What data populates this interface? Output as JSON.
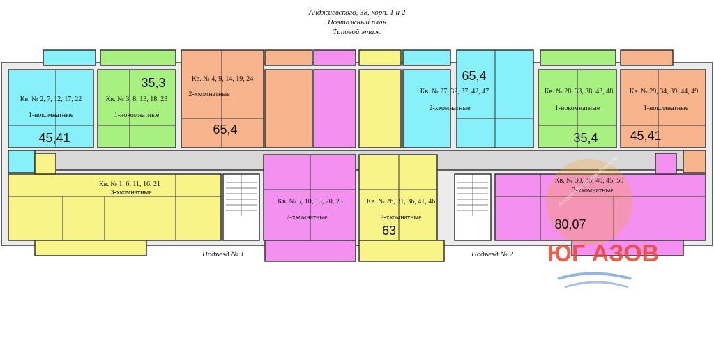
{
  "header": {
    "address": "Анджиевского, 38, корп. 1 и 2",
    "plan_type": "Поэтажный план",
    "floor": "Типовой этаж"
  },
  "colors": {
    "cyan": "#88f0f8",
    "green": "#a8f080",
    "orange": "#f8b48c",
    "yellow": "#f8f488",
    "magenta": "#f490f0",
    "corridor": "#d8d8d8",
    "wall": "#333333",
    "logo_red": "#e8452c",
    "logo_orange": "#f6a21b"
  },
  "apartments": [
    {
      "id": "a1",
      "label": "Кв. № 2, 7, 12, 17, 22",
      "type": "1-нокомнатные",
      "area": "45,41"
    },
    {
      "id": "a2",
      "label": "Кв. № 3, 8, 13, 18, 23",
      "type": "1-нокомнатные",
      "area": "35,3"
    },
    {
      "id": "a3",
      "label": "Кв. № 4, 9, 14, 19, 24",
      "type": "2-хкомнатные",
      "area": "65,4"
    },
    {
      "id": "a4",
      "label": "Кв. № 27, 32, 37, 42, 47",
      "type": "2-хкомнатные",
      "area": "65,4"
    },
    {
      "id": "a5",
      "label": "Кв. № 28, 33, 38, 43, 48",
      "type": "1-нокомнатные",
      "area": "35,4"
    },
    {
      "id": "a6",
      "label": "Кв. № 29, 34, 39, 44, 49",
      "type": "1-нокомнатные",
      "area": "45,41"
    },
    {
      "id": "a7",
      "label": "Кв. № 1, 6, 11, 16, 21",
      "type": "3-хкомнатные",
      "area": ""
    },
    {
      "id": "a8",
      "label": "Кв. № 5, 10, 15, 20, 25",
      "type": "2-хкомнатные",
      "area": ""
    },
    {
      "id": "a9",
      "label": "Кв. № 26, 31, 36, 41, 46",
      "type": "2-хкомнатные",
      "area": "63"
    },
    {
      "id": "a10",
      "label": "Кв. № 30, 35, 40, 45, 50",
      "type": "3-хкомнатные",
      "area": "80,07"
    }
  ],
  "entrances": [
    "Подъезд № 1",
    "Подъезд № 2"
  ],
  "watermark": {
    "brand": "ЮГ АЗОВ",
    "arc_text": "Агентство недвижимости"
  }
}
